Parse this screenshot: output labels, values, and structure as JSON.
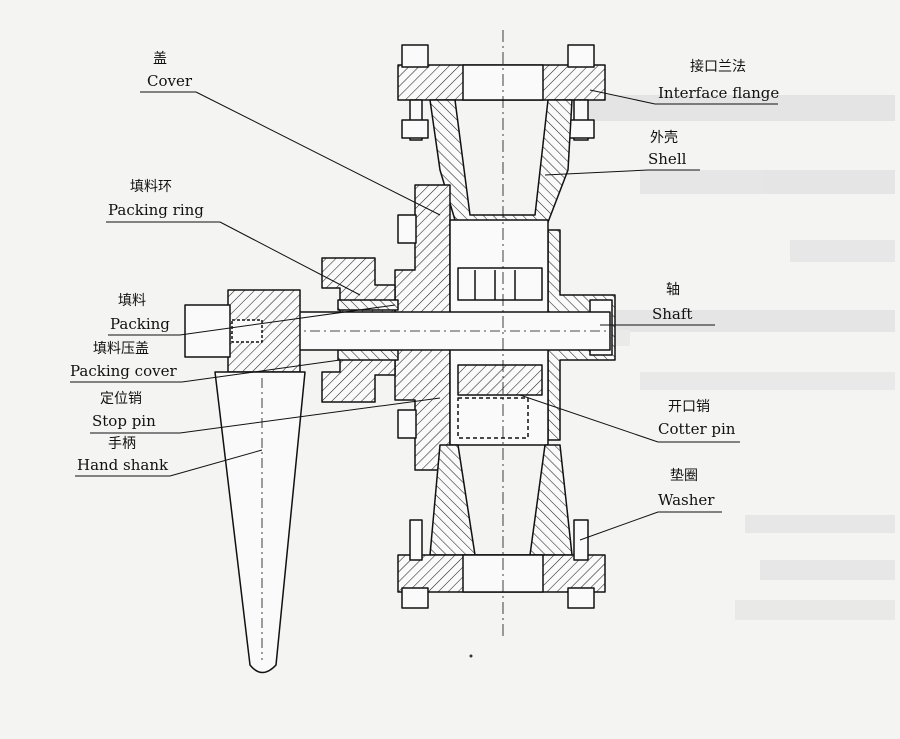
{
  "labels": {
    "cover": {
      "zh": "盖",
      "en": "Cover"
    },
    "interface_flange": {
      "zh": "接口兰法",
      "en": "Interface flange"
    },
    "shell": {
      "zh": "外壳",
      "en": "Shell"
    },
    "packing_ring": {
      "zh": "填料环",
      "en": "Packing ring"
    },
    "packing": {
      "zh": "填料",
      "en": "Packing"
    },
    "packing_cover": {
      "zh": "填料压盖",
      "en": "Packing cover"
    },
    "stop_pin": {
      "zh": "定位销",
      "en": "Stop pin"
    },
    "hand_shank": {
      "zh": "手柄",
      "en": "Hand shank"
    },
    "shaft": {
      "zh": "轴",
      "en": "Shaft"
    },
    "cotter_pin": {
      "zh": "开口销",
      "en": "Cotter pin"
    },
    "washer": {
      "zh": "垫圈",
      "en": "Washer"
    }
  },
  "colors": {
    "ink": "#111111",
    "paper": "#f4f4f2",
    "ghost_text": "#d8d8d8"
  }
}
